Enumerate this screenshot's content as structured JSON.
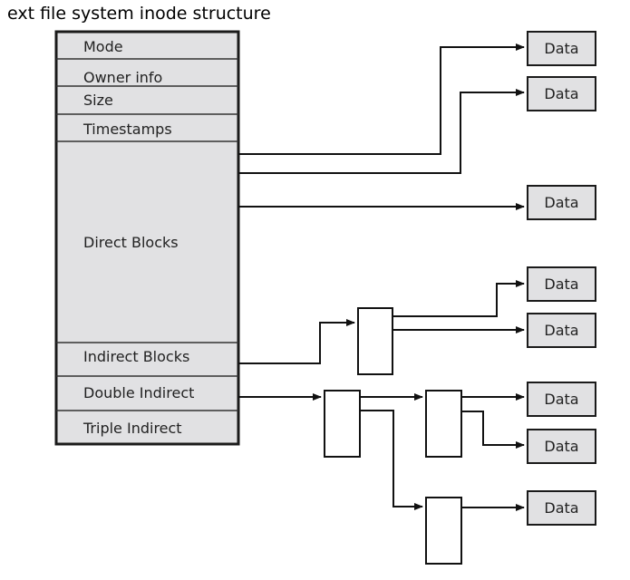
{
  "title": "ext file system inode structure",
  "inode_fields": {
    "mode": "Mode",
    "owner_info": "Owner info",
    "size": "Size",
    "timestamps": "Timestamps",
    "direct_blocks": "Direct Blocks",
    "indirect_blocks": "Indirect Blocks",
    "double_indirect": "Double Indirect",
    "triple_indirect": "Triple Indirect"
  },
  "data_label": "Data",
  "colors": {
    "field_fill": "#e1e1e3",
    "border": "#1a1a1a",
    "line": "#111111"
  }
}
